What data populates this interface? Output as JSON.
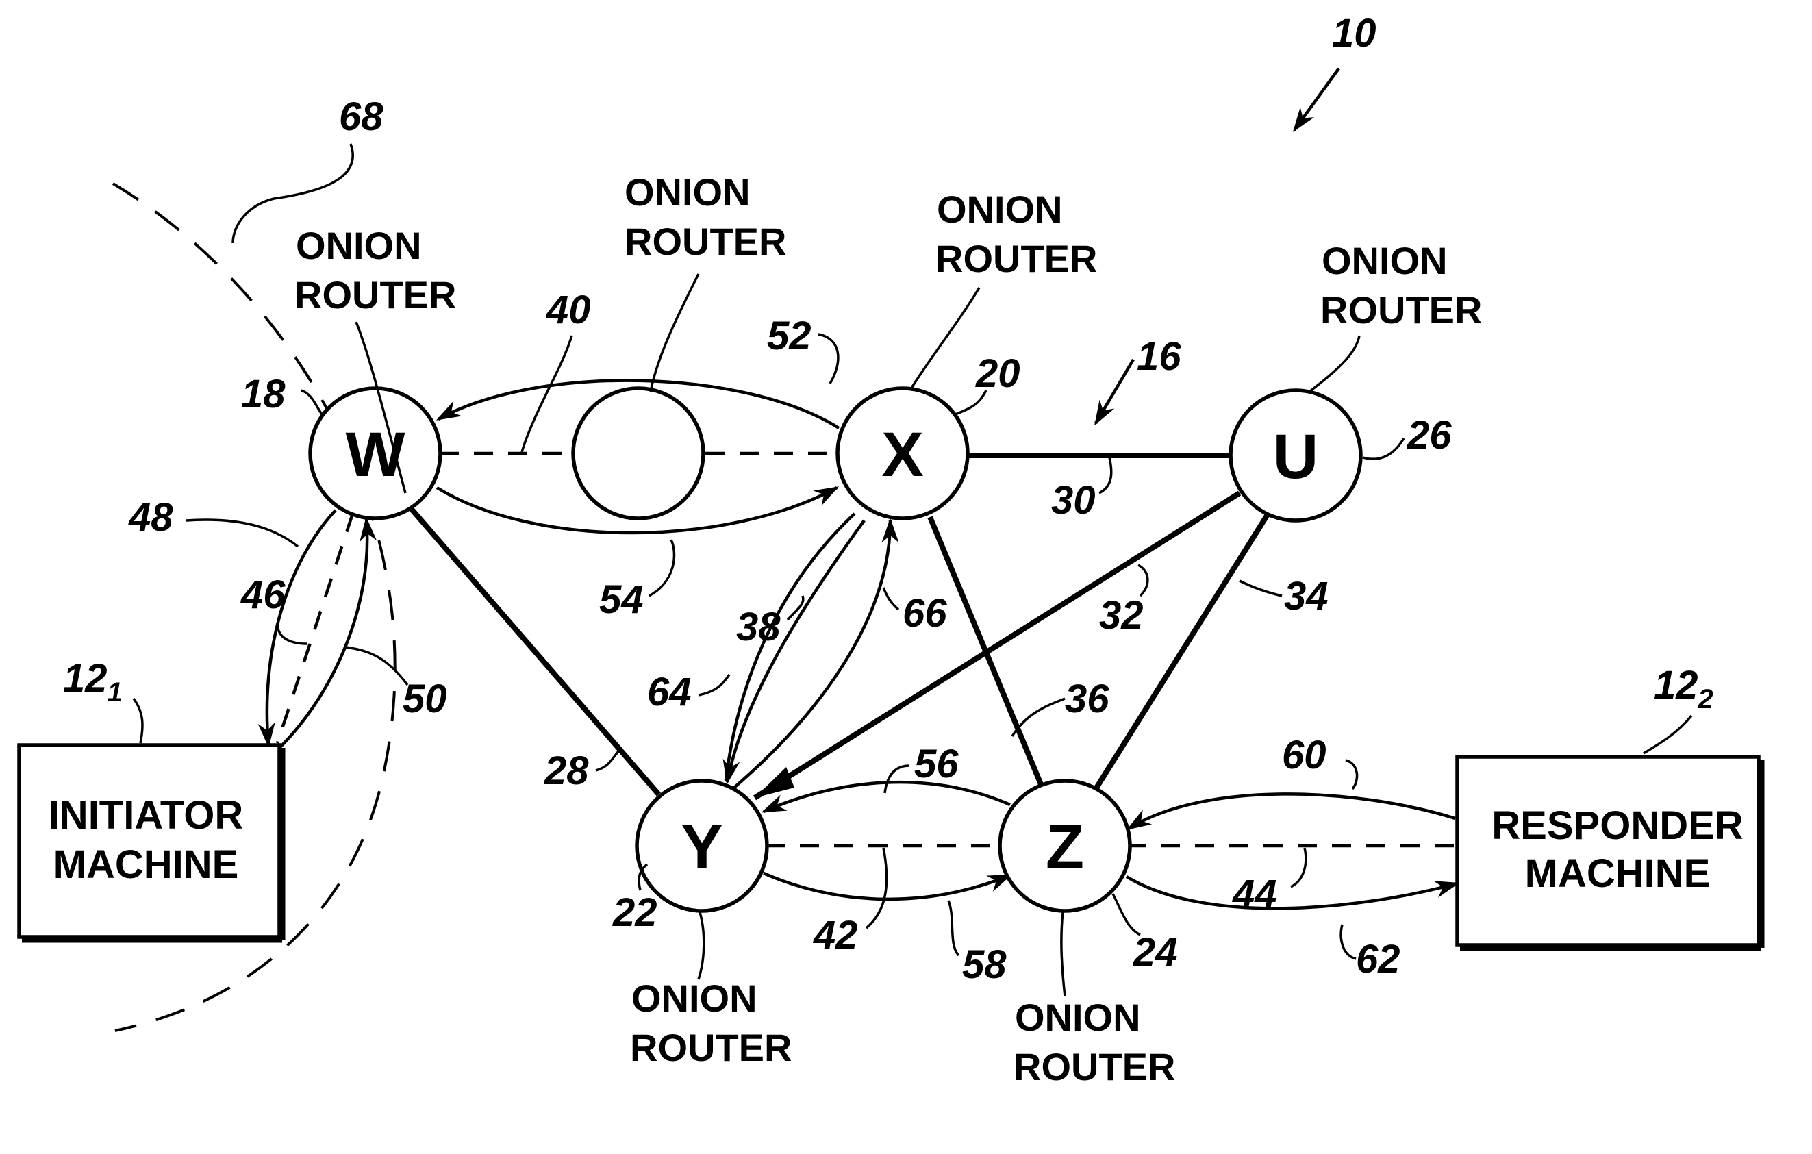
{
  "figure": {
    "ref_system": "10",
    "ref_network": "16",
    "ref_boundary": "68"
  },
  "nodes": {
    "W": {
      "letter": "W",
      "ref": "18",
      "caption_line1": "ONION",
      "caption_line2": "ROUTER"
    },
    "X": {
      "letter": "X",
      "ref": "20",
      "caption_line1": "ONION",
      "caption_line2": "ROUTER"
    },
    "U": {
      "letter": "U",
      "ref": "26",
      "caption_line1": "ONION",
      "caption_line2": "ROUTER"
    },
    "Y": {
      "letter": "Y",
      "ref": "22",
      "caption_line1": "ONION",
      "caption_line2": "ROUTER"
    },
    "Z": {
      "letter": "Z",
      "ref": "24",
      "caption_line1": "ONION",
      "caption_line2": "ROUTER"
    },
    "unnamed": {
      "caption_line1": "ONION",
      "caption_line2": "ROUTER"
    }
  },
  "machines": {
    "initiator": {
      "line1": "INITIATOR",
      "line2": "MACHINE",
      "ref": "12",
      "ref_sub": "1"
    },
    "responder": {
      "line1": "RESPONDER",
      "line2": "MACHINE",
      "ref": "12",
      "ref_sub": "2"
    }
  },
  "connections": {
    "W_Y": "28",
    "X_U": "30",
    "U_Y": "32",
    "U_Z": "34",
    "X_Z": "36",
    "Y_X_arc": "38",
    "W_X_dashed": "40",
    "Y_Z_dashed": "42",
    "Z_responder_dashed": "44",
    "W_initiator_dashed": "46",
    "W_initiator_arc": "48",
    "initiator_W_arc": "50",
    "X_W_arc": "52",
    "W_X_arc": "54",
    "Z_Y_arc": "56",
    "Y_Z_arc": "58",
    "responder_Z_arc": "60",
    "Z_responder_arc": "62",
    "X_Y_arc": "64",
    "Y_X_arc2": "66"
  }
}
